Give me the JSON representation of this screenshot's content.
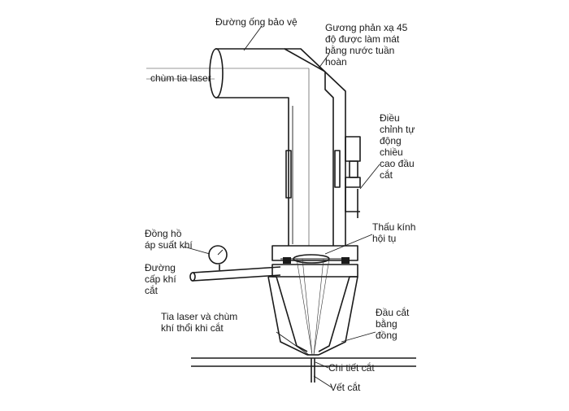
{
  "diagram": {
    "labels": {
      "protective_tube": "Đường ống bảo vệ",
      "mirror": "Gương phản xạ 45\nđộ được làm mát\nbằng nước tuần\nhoàn",
      "laser_beam": "chùm tia laser",
      "height_control": "Điều\nchỉnh tự\nđộng\nchiều\ncao đầu\ncắt",
      "pressure_gauge": "Đồng hồ\náp suất khí",
      "focus_lens": "Thấu kính\nhội tụ",
      "gas_supply": "Đường\ncấp khí\ncắt",
      "laser_and_gas": "Tia laser và chùm\nkhí thổi khi cắt",
      "copper_nozzle": "Đầu cắt\nbằng\nđồng",
      "workpiece": "Chi tiết cắt",
      "kerf": "Vết cắt"
    }
  }
}
